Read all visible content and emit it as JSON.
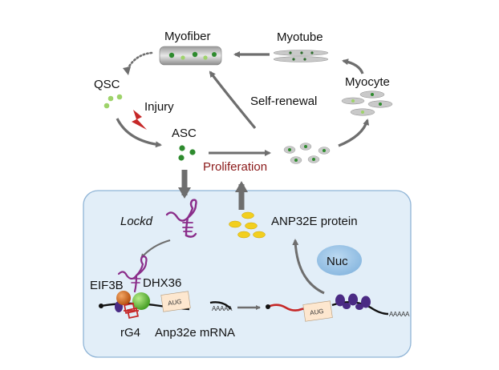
{
  "labels": {
    "myofiber": "Myofiber",
    "myotube": "Myotube",
    "myocyte": "Myocyte",
    "qsc": "QSC",
    "injury": "Injury",
    "asc": "ASC",
    "self_renewal": "Self-renewal",
    "proliferation": "Proliferation",
    "lockd": "Lockd",
    "anp32e_protein": "ANP32E protein",
    "nuc": "Nuc",
    "eif3b": "EIF3B",
    "dhx36": "DHX36",
    "rg4": "rG4",
    "anp32e_mrna": "Anp32e mRNA",
    "aug_left": "AUG",
    "aug_right": "AUG",
    "polya_left": "AAAAA",
    "polya_right": "AAAAA"
  },
  "colors": {
    "arrow_gray": "#6e6e6e",
    "green_dot": "#3b9a3b",
    "light_green_dot": "#9ed36a",
    "injury_red": "#c62828",
    "proliferation_text": "#8b1a1a",
    "cell_panel_fill": "#e2eef8",
    "cell_panel_stroke": "#8fb4d6",
    "nucleus_fill": "#9cc4e6",
    "protein_yellow": "#f2cf1f",
    "lockd_purple": "#8a2d8a",
    "eif3b_orange": "#d9661c",
    "dhx36_green": "#5cb82e",
    "ribosome_purple": "#4a2a84",
    "rg4_red": "#c62828",
    "mrna_red": "#c62828"
  }
}
